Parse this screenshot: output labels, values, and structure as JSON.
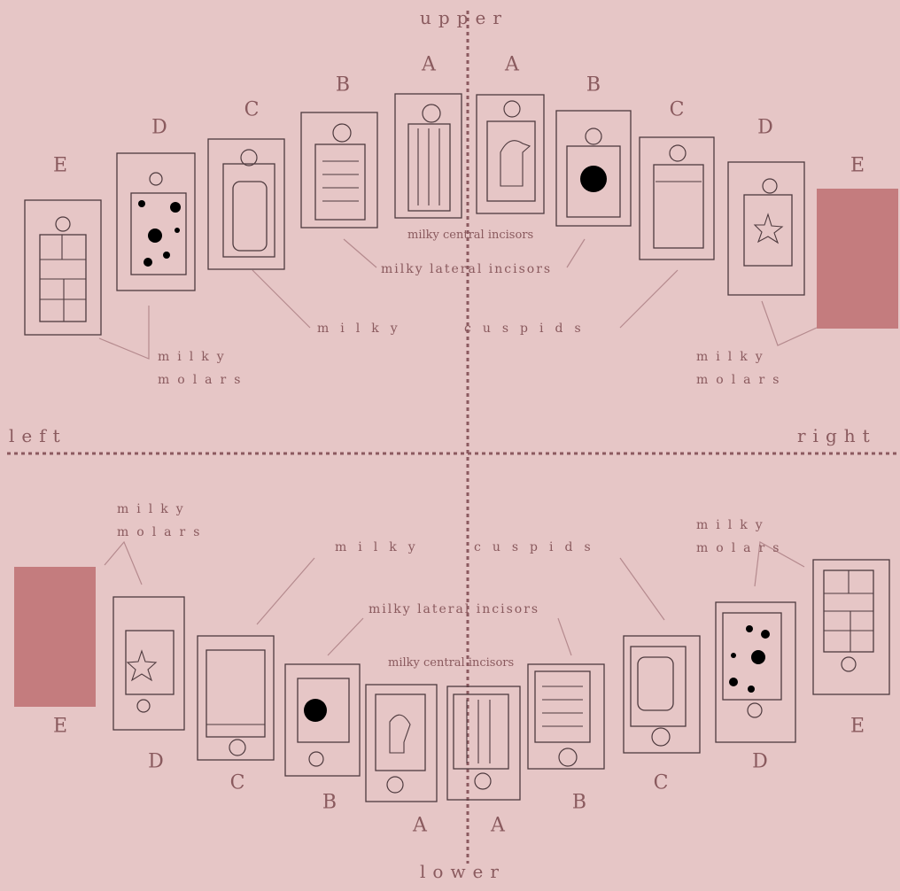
{
  "directions": {
    "upper": "upper",
    "lower": "lower",
    "left": "left",
    "right": "right"
  },
  "tooth_letters": {
    "A": "A",
    "B": "B",
    "C": "C",
    "D": "D",
    "E": "E"
  },
  "labels": {
    "central_incisors": "milky central incisors",
    "lateral_incisors": "milky lateral incisors",
    "cuspids_left": "milky",
    "cuspids_right": "cuspids",
    "molars_line1": "milky",
    "molars_line2": "molars"
  },
  "colors": {
    "background": "#e6c6c6",
    "text": "#8a5a5e",
    "highlight_block": "#c47c7e",
    "axis": "#8c5a60"
  },
  "highlighted_teeth": [
    "upper-right-E",
    "lower-left-E"
  ]
}
